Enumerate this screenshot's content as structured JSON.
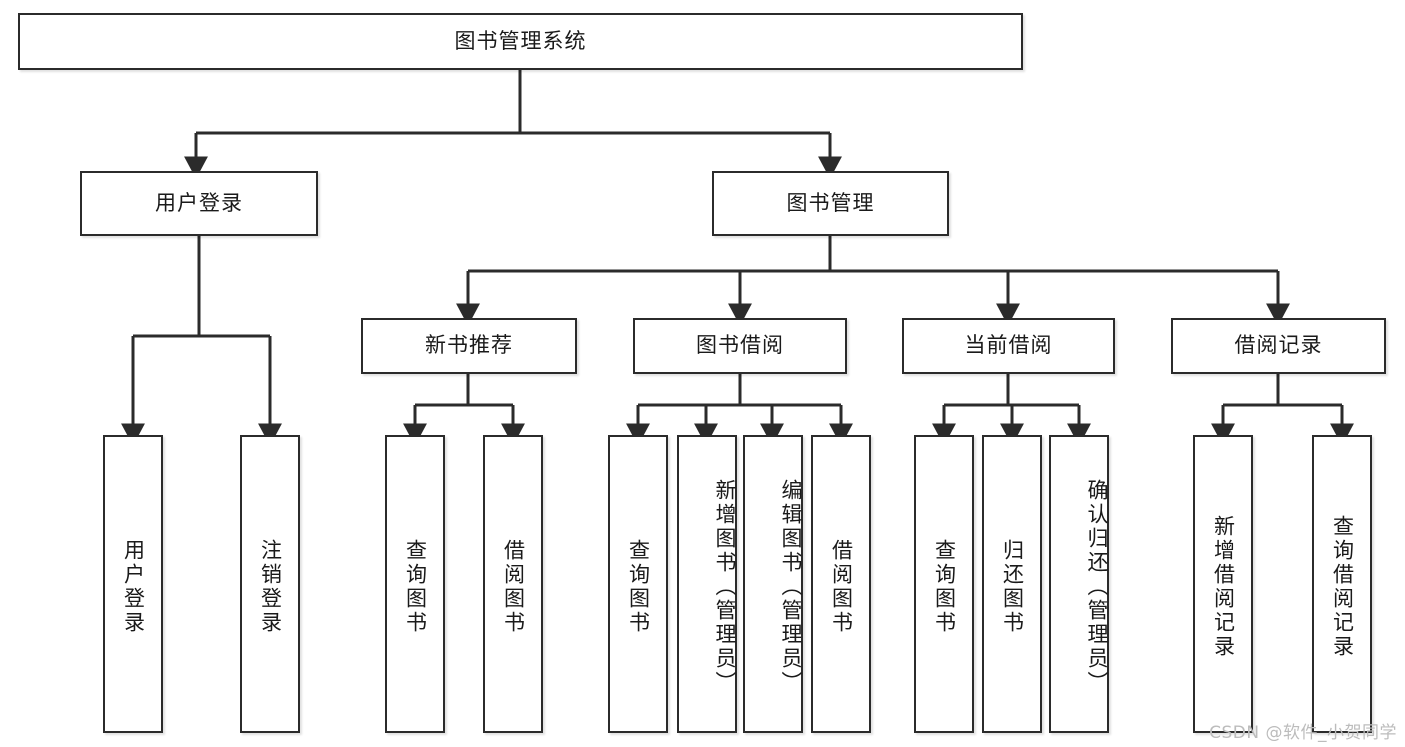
{
  "diagram": {
    "type": "tree-flowchart",
    "title": "图书管理系统",
    "watermark": "CSDN @软件_小贺同学",
    "colors": {
      "background": "#ffffff",
      "node_fill": "#ffffff",
      "node_border": "#2b2b2b",
      "connector": "#2b2b2b",
      "text": "#1a1a1a",
      "watermark": "#bcbcbc"
    },
    "root": {
      "id": "root",
      "label": "图书管理系统",
      "orientation": "horizontal"
    },
    "level2": [
      {
        "id": "user-login",
        "label": "用户登录",
        "orientation": "horizontal"
      },
      {
        "id": "book-manage",
        "label": "图书管理",
        "orientation": "horizontal"
      }
    ],
    "level3": [
      {
        "id": "new-book-rec",
        "label": "新书推荐",
        "orientation": "horizontal",
        "parent": "book-manage"
      },
      {
        "id": "book-borrow",
        "label": "图书借阅",
        "orientation": "horizontal",
        "parent": "book-manage"
      },
      {
        "id": "current-borrow",
        "label": "当前借阅",
        "orientation": "horizontal",
        "parent": "book-manage"
      },
      {
        "id": "borrow-record",
        "label": "借阅记录",
        "orientation": "horizontal",
        "parent": "book-manage"
      }
    ],
    "leaves": [
      {
        "id": "leaf-user-login",
        "label": "用户登录",
        "parent": "user-login",
        "orientation": "vertical"
      },
      {
        "id": "leaf-logout",
        "label": "注销登录",
        "parent": "user-login",
        "orientation": "vertical"
      },
      {
        "id": "leaf-query-book-1",
        "label": "查询图书",
        "parent": "new-book-rec",
        "orientation": "vertical"
      },
      {
        "id": "leaf-borrow-book-1",
        "label": "借阅图书",
        "parent": "new-book-rec",
        "orientation": "vertical"
      },
      {
        "id": "leaf-query-book-2",
        "label": "查询图书",
        "parent": "book-borrow",
        "orientation": "vertical"
      },
      {
        "id": "leaf-add-book",
        "label": "新增图书（管理员）",
        "parent": "book-borrow",
        "orientation": "vertical"
      },
      {
        "id": "leaf-edit-book",
        "label": "编辑图书（管理员）",
        "parent": "book-borrow",
        "orientation": "vertical"
      },
      {
        "id": "leaf-borrow-book-2",
        "label": "借阅图书",
        "parent": "book-borrow",
        "orientation": "vertical"
      },
      {
        "id": "leaf-query-book-3",
        "label": "查询图书",
        "parent": "current-borrow",
        "orientation": "vertical"
      },
      {
        "id": "leaf-return-book",
        "label": "归还图书",
        "parent": "current-borrow",
        "orientation": "vertical"
      },
      {
        "id": "leaf-confirm-return",
        "label": "确认归还（管理员）",
        "parent": "current-borrow",
        "orientation": "vertical"
      },
      {
        "id": "leaf-add-record",
        "label": "新增借阅记录",
        "parent": "borrow-record",
        "orientation": "vertical"
      },
      {
        "id": "leaf-query-record",
        "label": "查询借阅记录",
        "parent": "borrow-record",
        "orientation": "vertical"
      }
    ]
  }
}
